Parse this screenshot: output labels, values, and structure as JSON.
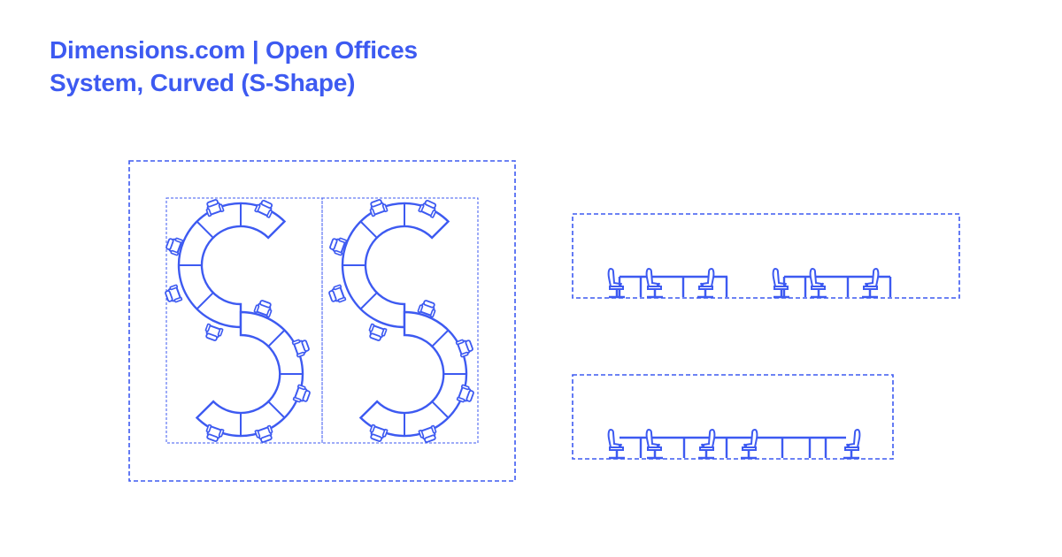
{
  "header": {
    "title_line1": "Dimensions.com | Open Offices",
    "title_line2": "System, Curved (S-Shape)"
  },
  "colors": {
    "accent": "#3d5af1",
    "background": "#ffffff"
  },
  "views": {
    "plan": {
      "label": "plan-view",
      "units": 2,
      "workstations_per_unit": 10
    },
    "elevation_front": {
      "label": "front-elevation",
      "chair_groups": 2,
      "chairs_per_group": 3
    },
    "elevation_side": {
      "label": "side-elevation",
      "chairs": 5
    }
  }
}
